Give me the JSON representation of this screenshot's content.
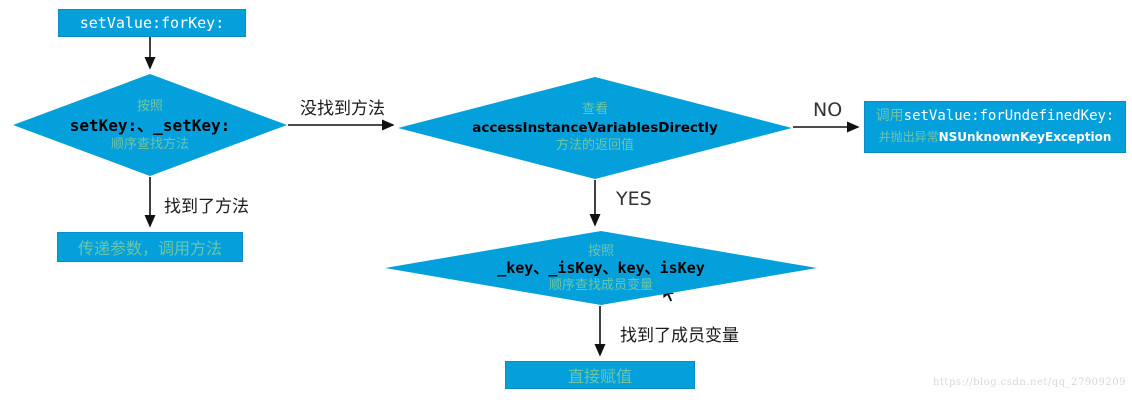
{
  "flow": {
    "start_label": "setValue:forKey:",
    "diamond_method": {
      "line1": "按照",
      "line2": "setKey:、_setKey:",
      "line3": "顺序查找方法"
    },
    "edge_not_found": "没找到方法",
    "edge_found_method": "找到了方法",
    "box_invoke_label": "传递参数，调用方法",
    "diamond_access": {
      "line1": "查看",
      "line2": "accessInstanceVariablesDirectly",
      "line3": "方法的返回值"
    },
    "edge_no": "NO",
    "edge_yes": "YES",
    "box_exception": {
      "line1_prefix": "调用",
      "line1_code": "setValue:forUndefinedKey:",
      "line2_prefix": "并抛出异常",
      "line2_code": "NSUnknownKeyException"
    },
    "diamond_ivar": {
      "line1": "按照",
      "line2": "_key、_isKey、key、isKey",
      "line3": "顺序查找成员变量"
    },
    "edge_found_ivar": "找到了成员变量",
    "box_assign_label": "直接赋值",
    "watermark": "https://blog.csdn.net/qq_27909209"
  },
  "colors": {
    "node_fill": "#04A0DC",
    "secondary_text": "#6CC6A6",
    "dark_text": "#000000",
    "white_text": "#FFFFFF",
    "arrow": "#111111",
    "watermark_text": "#D9D8D2"
  }
}
